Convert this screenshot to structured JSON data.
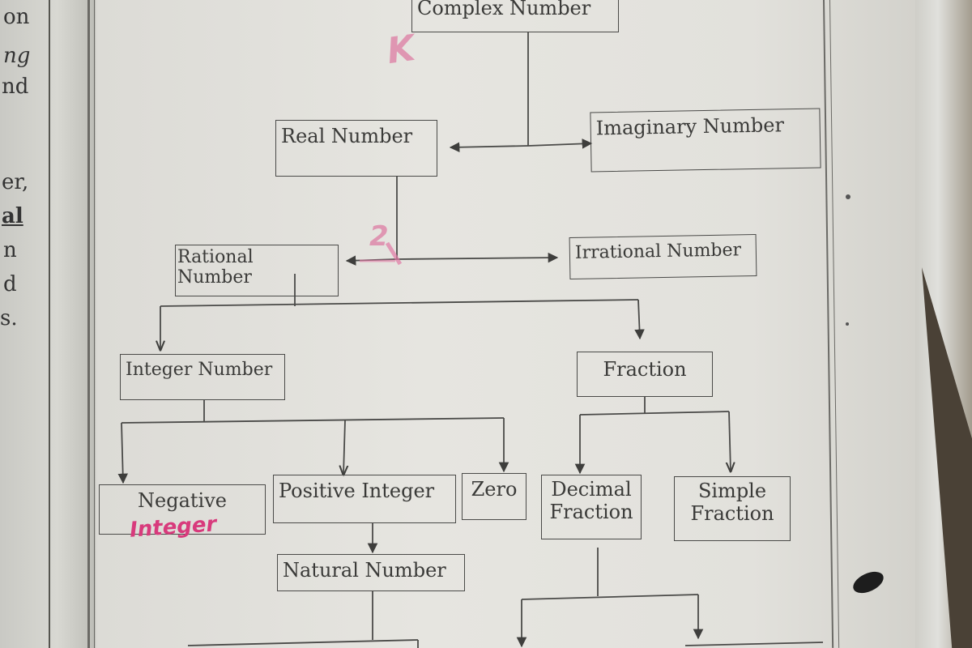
{
  "left_page": {
    "fragments": [
      "on",
      "ng",
      "nd",
      "er,",
      "al",
      "n",
      "d",
      "s."
    ]
  },
  "nodes": {
    "complex": "Complex Number",
    "real": "Real Number",
    "imaginary": "Imaginary Number",
    "rational_line1": "Rational",
    "rational_line2": "Number",
    "irrational": "Irrational Number",
    "integer": "Integer Number",
    "fraction": "Fraction",
    "negative": "Negative",
    "positive_integer": "Positive Integer",
    "zero": "Zero",
    "decimal_line1": "Decimal",
    "decimal_line2": "Fraction",
    "simple_line1": "Simple",
    "simple_line2": "Fraction",
    "natural": "Natural Number"
  },
  "annotations": {
    "handwritten_integer": "Integer",
    "pen_mark_1": "K",
    "pen_mark_2": "2"
  },
  "colors": {
    "ink": "#4a4a48",
    "pink_pen": "#d83a7c"
  }
}
